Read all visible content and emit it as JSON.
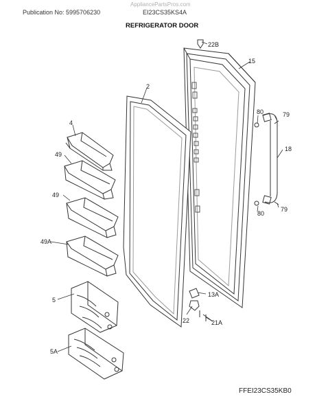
{
  "header": {
    "publication": "Publication No: 5995706230",
    "model": "EI23CS35KS4A",
    "watermark": "AppliancePartsPros.com"
  },
  "title": "REFRIGERATOR DOOR",
  "footer_code": "FFEI23CS35KB0",
  "callouts": {
    "c22b": "22B",
    "c15": "15",
    "c2": "2",
    "c80a": "80",
    "c79a": "79",
    "c4": "4",
    "c18": "18",
    "c49a": "49",
    "c49b": "49",
    "c79b": "79",
    "c80b": "80",
    "c49c": "49A",
    "c5": "5",
    "c13a": "13A",
    "c22": "22",
    "c21a": "21A",
    "c5a": "5A"
  },
  "colors": {
    "line": "#333333",
    "gray": "#9a9a9a",
    "fill": "#ffffff"
  }
}
